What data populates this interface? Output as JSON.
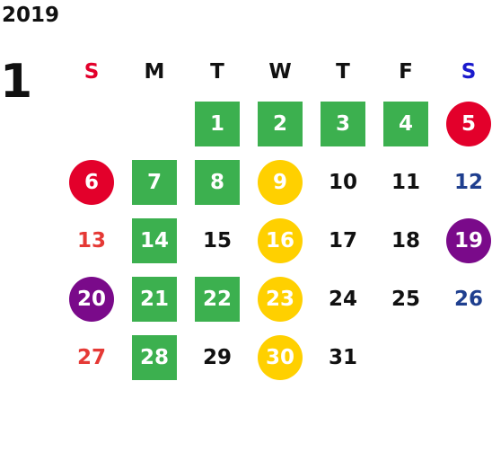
{
  "year": "2019",
  "month": "1",
  "weekdays": [
    {
      "label": "S",
      "color": "#e3002b"
    },
    {
      "label": "M",
      "color": "#111111"
    },
    {
      "label": "T",
      "color": "#111111"
    },
    {
      "label": "W",
      "color": "#111111"
    },
    {
      "label": "T",
      "color": "#111111"
    },
    {
      "label": "F",
      "color": "#111111"
    },
    {
      "label": "S",
      "color": "#1a1acd"
    }
  ],
  "weeks": [
    [
      {
        "day": "",
        "style": "empty"
      },
      {
        "day": "",
        "style": "empty"
      },
      {
        "day": "1",
        "style": "green"
      },
      {
        "day": "2",
        "style": "green"
      },
      {
        "day": "3",
        "style": "green"
      },
      {
        "day": "4",
        "style": "green"
      },
      {
        "day": "5",
        "style": "red"
      }
    ],
    [
      {
        "day": "6",
        "style": "red"
      },
      {
        "day": "7",
        "style": "green"
      },
      {
        "day": "8",
        "style": "green"
      },
      {
        "day": "9",
        "style": "yellow"
      },
      {
        "day": "10",
        "style": "plain"
      },
      {
        "day": "11",
        "style": "plain"
      },
      {
        "day": "12",
        "style": "sat"
      }
    ],
    [
      {
        "day": "13",
        "style": "sun"
      },
      {
        "day": "14",
        "style": "green"
      },
      {
        "day": "15",
        "style": "plain"
      },
      {
        "day": "16",
        "style": "yellow"
      },
      {
        "day": "17",
        "style": "plain"
      },
      {
        "day": "18",
        "style": "plain"
      },
      {
        "day": "19",
        "style": "purple"
      }
    ],
    [
      {
        "day": "20",
        "style": "purple"
      },
      {
        "day": "21",
        "style": "green"
      },
      {
        "day": "22",
        "style": "green"
      },
      {
        "day": "23",
        "style": "yellow"
      },
      {
        "day": "24",
        "style": "plain"
      },
      {
        "day": "25",
        "style": "plain"
      },
      {
        "day": "26",
        "style": "sat"
      }
    ],
    [
      {
        "day": "27",
        "style": "sun"
      },
      {
        "day": "28",
        "style": "green"
      },
      {
        "day": "29",
        "style": "plain"
      },
      {
        "day": "30",
        "style": "yellow"
      },
      {
        "day": "31",
        "style": "plain"
      },
      {
        "day": "",
        "style": "empty"
      },
      {
        "day": "",
        "style": "empty"
      }
    ]
  ],
  "colors": {
    "green": "#3cb04f",
    "red": "#e3002b",
    "yellow": "#ffd000",
    "purple": "#7a0a8a",
    "sunday_text": "#e53935",
    "saturday_text": "#1f3f8f"
  }
}
